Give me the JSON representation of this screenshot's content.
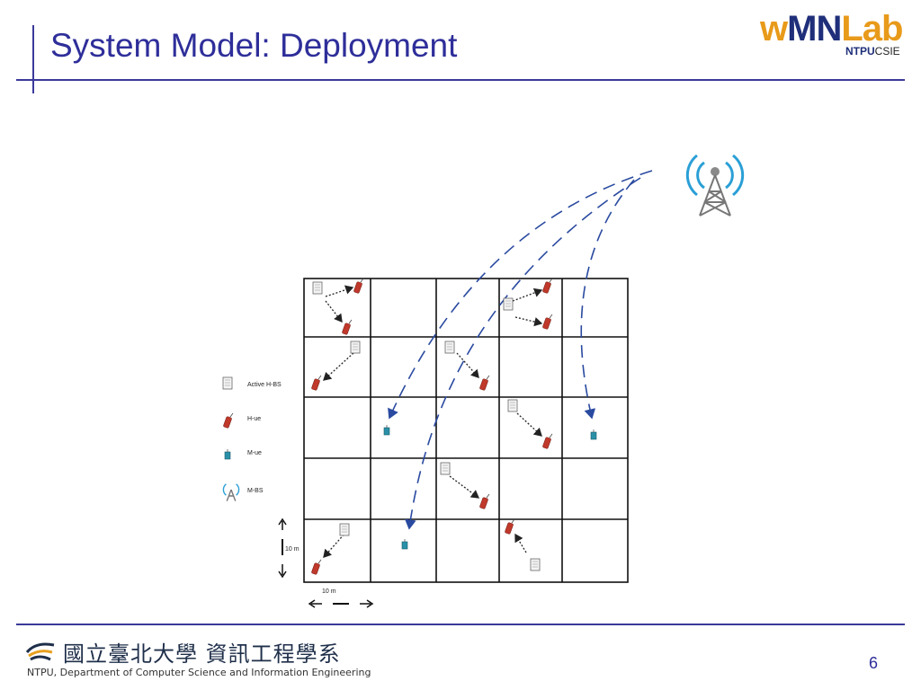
{
  "slide": {
    "title": "System Model: Deployment",
    "page_number": "6"
  },
  "logo": {
    "text_w": "w",
    "text_mn": "MN",
    "text_lab": "Lab",
    "sub_bold": "NTPU",
    "sub_rest": "CSIE"
  },
  "legend": {
    "active_hbs": "Active H-BS",
    "hue": "H-ue",
    "mue": "M-ue",
    "mbs": "M-BS"
  },
  "scale": {
    "vertical": "10 m",
    "horizontal": "10 m"
  },
  "footer": {
    "chinese": "國立臺北大學 資訊工程學系",
    "english": "NTPU, Department of Computer Science and Information Engineering"
  },
  "colors": {
    "title": "#2e2e9a",
    "rule": "#3a3a9a",
    "link": "#2a4aa0",
    "tower": "#7a7a7a",
    "signal": "#2a9fd6",
    "phone": "#c0392b",
    "mue": "#2a90a8",
    "logo_orange": "#e89a1a",
    "logo_blue": "#1f2f7a"
  },
  "icons": [
    "macro-tower-icon",
    "home-bs-icon",
    "h-ue-phone-icon",
    "m-ue-phone-icon",
    "arrow-icon"
  ]
}
